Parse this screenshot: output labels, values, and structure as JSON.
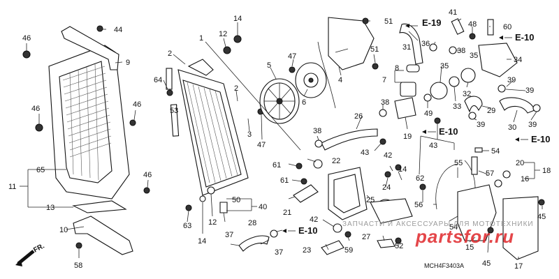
{
  "diagram": {
    "code": "MCH4F3403A",
    "watermark": "ЗАПЧАСТИ И АКСЕССУАРЫ ДЛЯ МОТОТЕХНИКИ",
    "watermark_site": "partsfor.ru",
    "flow_label": "FR.",
    "refs": {
      "e19": "E-19",
      "e10": "E-10"
    },
    "labels": {
      "l1": "1",
      "l2a": "2",
      "l2b": "2",
      "l3": "3",
      "l4": "4",
      "l5": "5",
      "l6": "6",
      "l7": "7",
      "l8": "8",
      "l9": "9",
      "l10": "10",
      "l11": "11",
      "l12a": "12",
      "l12b": "12",
      "l13": "13",
      "l14a": "14",
      "l14b": "14",
      "l14c": "14",
      "l15": "15",
      "l16": "16",
      "l17": "17",
      "l18": "18",
      "l19": "19",
      "l20": "20",
      "l21": "21",
      "l22": "22",
      "l23": "23",
      "l24": "24",
      "l25": "25",
      "l26": "26",
      "l27": "27",
      "l28": "28",
      "l29": "29",
      "l30": "30",
      "l31": "31",
      "l32": "32",
      "l33": "33",
      "l34": "34",
      "l35a": "35",
      "l35b": "35",
      "l36": "36",
      "l37a": "37",
      "l37b": "37",
      "l38a": "38",
      "l38b": "38",
      "l38c": "38",
      "l39a": "39",
      "l39b": "39",
      "l39c": "39",
      "l39d": "39",
      "l40": "40",
      "l41": "41",
      "l42a": "42",
      "l42b": "42",
      "l43a": "43",
      "l43b": "43",
      "l44": "44",
      "l45a": "45",
      "l45b": "45",
      "l46a": "46",
      "l46b": "46",
      "l46c": "46",
      "l46d": "46",
      "l47a": "47",
      "l47b": "47",
      "l48": "48",
      "l49": "49",
      "l50": "50",
      "l51a": "51",
      "l51b": "51",
      "l52": "52",
      "l53": "53",
      "l54": "54",
      "l55": "55",
      "l56": "56",
      "l57": "57",
      "l58": "58",
      "l59": "59",
      "l60": "60",
      "l61a": "61",
      "l61b": "61",
      "l62": "62",
      "l63": "63",
      "l64": "64",
      "l65": "65"
    }
  }
}
